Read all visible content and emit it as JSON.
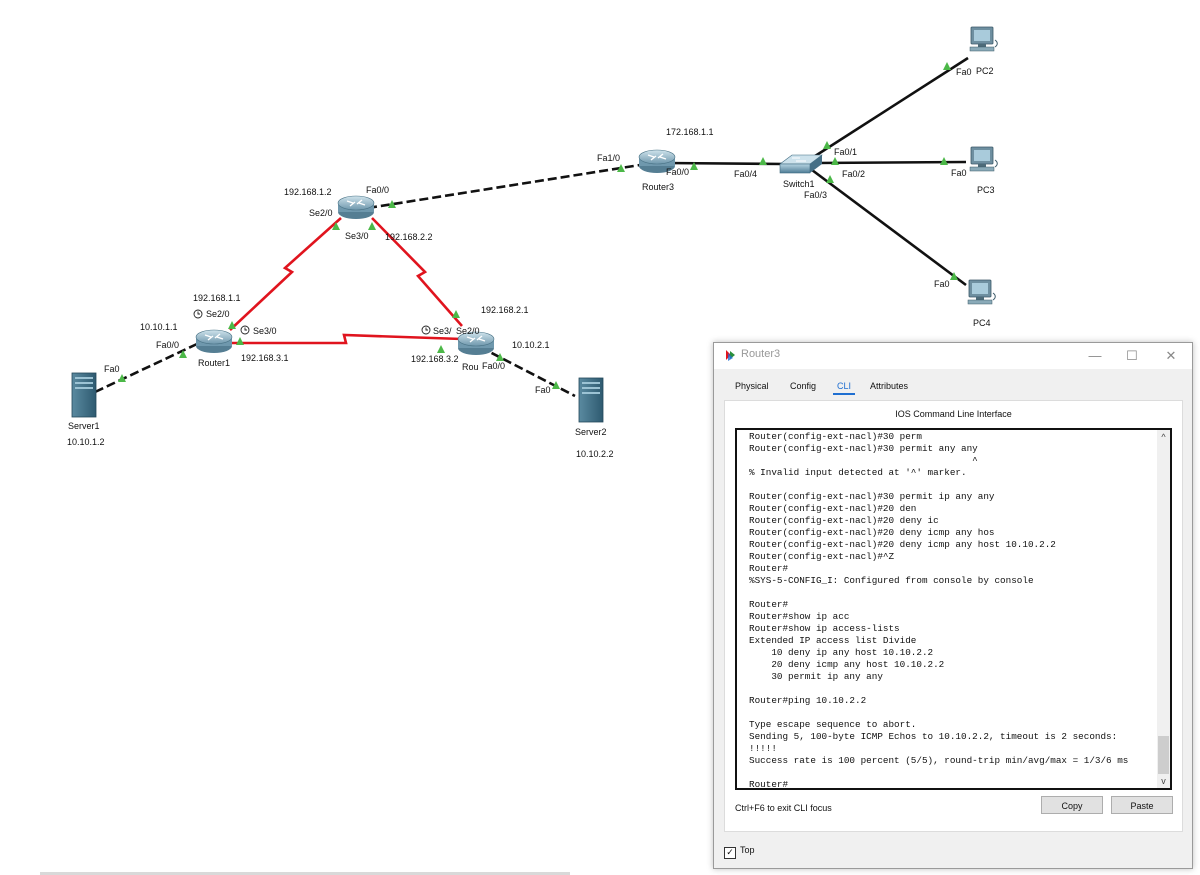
{
  "topology": {
    "devices": {
      "router3": "Router3",
      "switch1": "Switch1",
      "router1": "Router1",
      "router_mid_name": "",
      "router2_partial": "Rou",
      "server1": "Server1",
      "server1_ip": "10.10.1.2",
      "server2": "Server2",
      "server2_ip": "10.10.2.2",
      "pc2": "PC2",
      "pc3": "PC3",
      "pc4": "PC4"
    },
    "labels": {
      "r3_ip": "172.168.1.1",
      "r3_fa10": "Fa1/0",
      "r3_fa00": "Fa0/0",
      "sw_fa04": "Fa0/4",
      "sw_fa01": "Fa0/1",
      "sw_fa02": "Fa0/2",
      "sw_fa03": "Fa0/3",
      "pc2_fa0": "Fa0",
      "pc3_fa0": "Fa0",
      "pc4_fa0": "Fa0",
      "mid_ip": "192.168.1.2",
      "mid_fa00": "Fa0/0",
      "mid_se20": "Se2/0",
      "mid_se30": "Se3/0",
      "mid_ip_s3": "192.168.2.2",
      "r1_ip_s2": "192.168.1.1",
      "r1_se20": "Se2/0",
      "r1_se30": "Se3/0",
      "r1_lan_ip": "10.10.1.1",
      "r1_fa00": "Fa0/0",
      "r1_ip_s3": "192.168.3.1",
      "server1_fa0": "Fa0",
      "r2_ip_s2": "192.168.2.1",
      "r2_se3": "Se3/",
      "r2_se20": "Se2/0",
      "r2_lan_ip": "10.10.2.1",
      "r2_ip_s3": "192.168.3.2",
      "r2_fa00": "Fa0/0",
      "server2_fa0": "Fa0"
    }
  },
  "colors": {
    "serial_link": "#e0141e",
    "ethernet_link": "#111111",
    "link_light": "#4cb848",
    "accent_tab": "#1f6fd1"
  },
  "cli_window": {
    "title": "Router3",
    "controls": {
      "minimize": "—",
      "maximize": "☐",
      "close": "✕"
    },
    "tabs": [
      "Physical",
      "Config",
      "CLI",
      "Attributes"
    ],
    "active_tab": "CLI",
    "header": "IOS Command Line Interface",
    "terminal_lines": [
      "Router(config-ext-nacl)#30 perm",
      "Router(config-ext-nacl)#30 permit any any",
      "                                        ^",
      "% Invalid input detected at '^' marker.",
      "",
      "Router(config-ext-nacl)#30 permit ip any any",
      "Router(config-ext-nacl)#20 den",
      "Router(config-ext-nacl)#20 deny ic",
      "Router(config-ext-nacl)#20 deny icmp any hos",
      "Router(config-ext-nacl)#20 deny icmp any host 10.10.2.2",
      "Router(config-ext-nacl)#^Z",
      "Router#",
      "%SYS-5-CONFIG_I: Configured from console by console",
      "",
      "Router#",
      "Router#show ip acc",
      "Router#show ip access-lists",
      "Extended IP access list Divide",
      "    10 deny ip any host 10.10.2.2",
      "    20 deny icmp any host 10.10.2.2",
      "    30 permit ip any any",
      "",
      "Router#ping 10.10.2.2",
      "",
      "Type escape sequence to abort.",
      "Sending 5, 100-byte ICMP Echos to 10.10.2.2, timeout is 2 seconds:",
      "!!!!!",
      "Success rate is 100 percent (5/5), round-trip min/avg/max = 1/3/6 ms",
      "",
      "Router#"
    ],
    "hint": "Ctrl+F6 to exit CLI focus",
    "copy_label": "Copy",
    "paste_label": "Paste",
    "top_label": "Top",
    "top_checked": true
  }
}
